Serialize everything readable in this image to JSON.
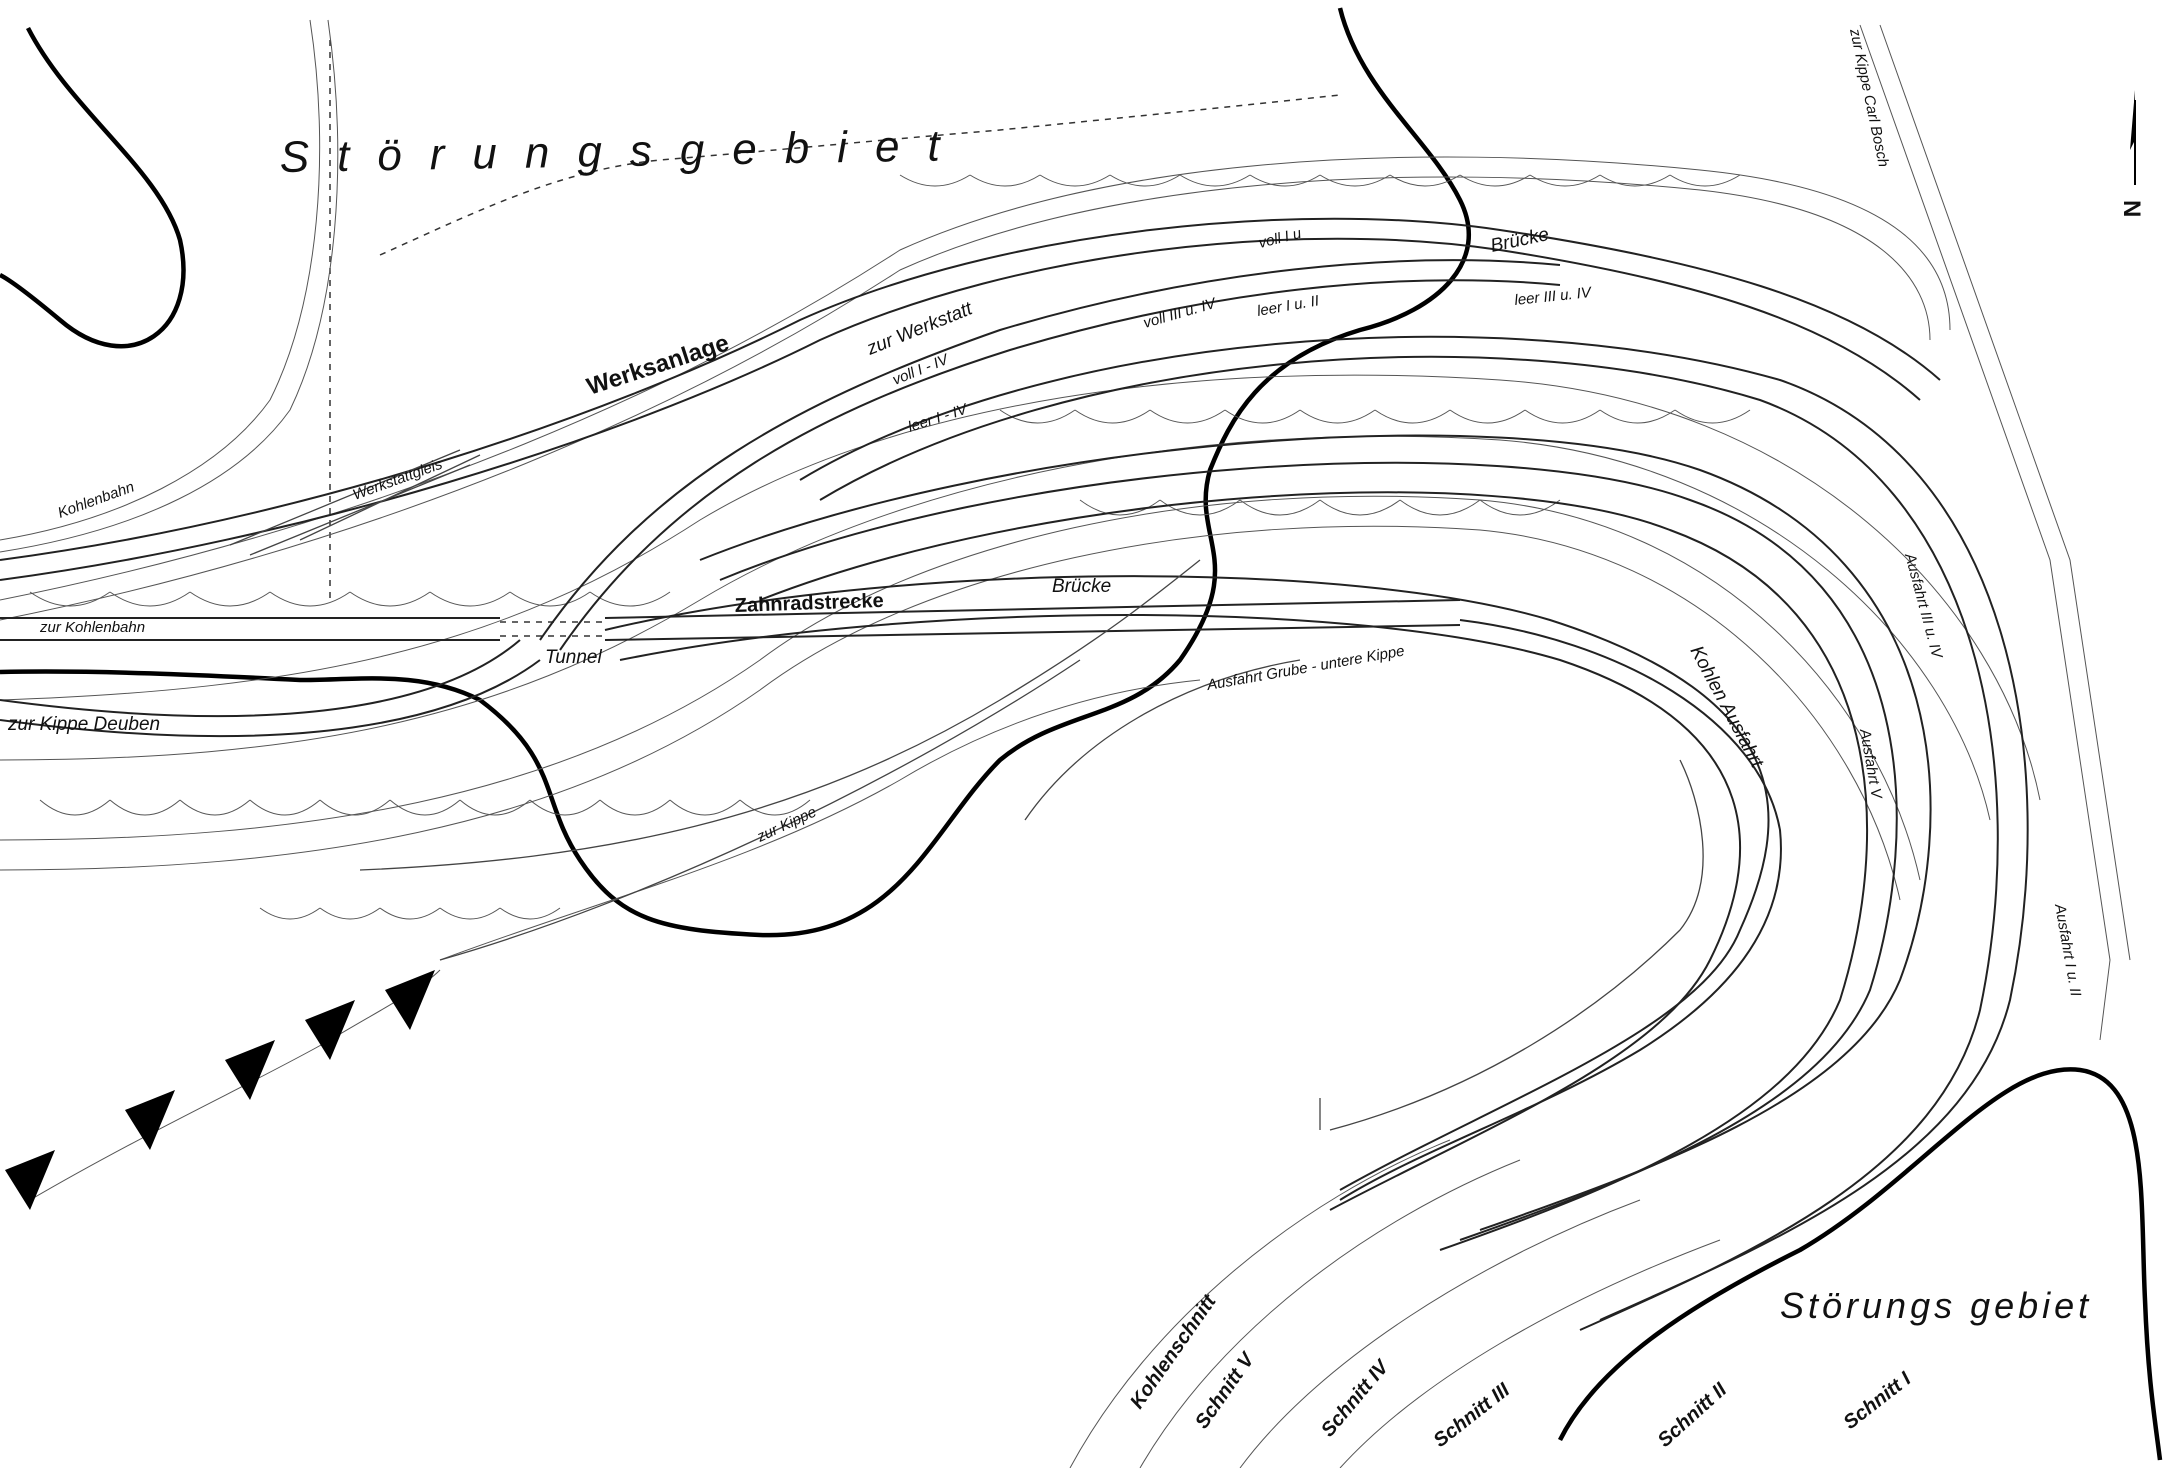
{
  "map": {
    "labels": {
      "stoerungsgebiet_top": "Störungsgebiet",
      "stoerungsgebiet_bottom": "Störungs gebiet",
      "werksanlage": "Werksanlage",
      "zur_werkstatt": "zur Werkstatt",
      "kohlenbahn": "Kohlenbahn",
      "werkstattgleis": "Werkstattgleis",
      "zur_kohlenbahn": "zur Kohlenbahn",
      "zur_kippe_deuben": "zur Kippe Deuben",
      "tunnel": "Tunnel",
      "zahnradstrecke": "Zahnradstrecke",
      "bruecke_lower": "Brücke",
      "bruecke_upper": "Brücke",
      "ausfahrt_grube": "Ausfahrt Grube - untere Kippe",
      "zur_kippe": "zur Kippe",
      "voll_1_4": "voll I - IV",
      "leer_1_4": "leer I - IV",
      "voll_1_u": "voll I u",
      "voll_3_4": "voll III u. IV",
      "leer_1_2": "leer I u. II",
      "leer_3_4": "leer III u. IV",
      "zur_kippe_carl_bosch": "zur Kippe Carl Bosch",
      "kohlen_ausfahrt": "Kohlen Ausfahrt",
      "ausfahrt_v": "Ausfahrt V",
      "ausfahrt_3_4": "Ausfahrt III u. IV",
      "ausfahrt_1_2": "Ausfahrt I u. II",
      "kohlenschnitt": "Kohlenschnitt",
      "schnitt_5": "Schnitt V",
      "schnitt_4": "Schnitt IV",
      "schnitt_3": "Schnitt III",
      "schnitt_2": "Schnitt II",
      "schnitt_1": "Schnitt I",
      "north": "N"
    }
  }
}
